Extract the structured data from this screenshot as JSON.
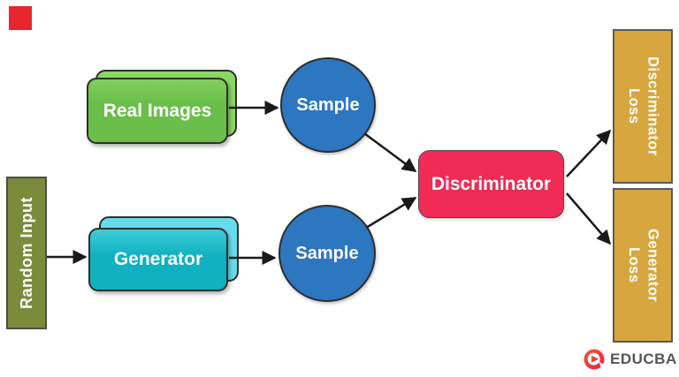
{
  "canvas": {
    "background": "#ffffff"
  },
  "corner_marker": {
    "color": "#e8262d"
  },
  "nodes": {
    "random_input": {
      "label": "Random Input",
      "fill": "#7b8b3b",
      "text_color": "#ffffff",
      "shape": "rect-vertical"
    },
    "real_images": {
      "label": "Real Images",
      "fill": "#69bf49",
      "back_fill": "#8bd765",
      "text_color": "#ffffff",
      "shape": "rounded-rect-3d"
    },
    "generator": {
      "label": "Generator",
      "fill": "#10b1c0",
      "back_fill": "#67dcea",
      "text_color": "#ffffff",
      "shape": "rounded-rect-3d"
    },
    "sample_real": {
      "label": "Sample",
      "fill": "#2d76c0",
      "text_color": "#ffffff",
      "shape": "circle"
    },
    "sample_generated": {
      "label": "Sample",
      "fill": "#2d76c0",
      "text_color": "#ffffff",
      "shape": "circle"
    },
    "discriminator": {
      "label": "Discriminator",
      "fill": "#f02b55",
      "text_color": "#ffffff",
      "shape": "rounded-rect"
    },
    "discriminator_loss": {
      "label": "Discriminator\nLoss",
      "fill": "#d7a63e",
      "text_color": "#ffffff",
      "shape": "rect-vertical"
    },
    "generator_loss": {
      "label": "Generator\nLoss",
      "fill": "#d7a63e",
      "text_color": "#ffffff",
      "shape": "rect-vertical"
    }
  },
  "edges": [
    {
      "from": "random_input",
      "to": "generator"
    },
    {
      "from": "real_images",
      "to": "sample_real"
    },
    {
      "from": "generator",
      "to": "sample_generated"
    },
    {
      "from": "sample_real",
      "to": "discriminator"
    },
    {
      "from": "sample_generated",
      "to": "discriminator"
    },
    {
      "from": "discriminator",
      "to": "discriminator_loss"
    },
    {
      "from": "discriminator",
      "to": "generator_loss"
    }
  ],
  "edge_color": "#1a1a1a",
  "branding": {
    "name": "EDUCBA",
    "text_color": "#55555a",
    "icon": "educba-e-icon",
    "icon_gradient": {
      "start": "#f1592f",
      "end": "#e62249"
    }
  }
}
